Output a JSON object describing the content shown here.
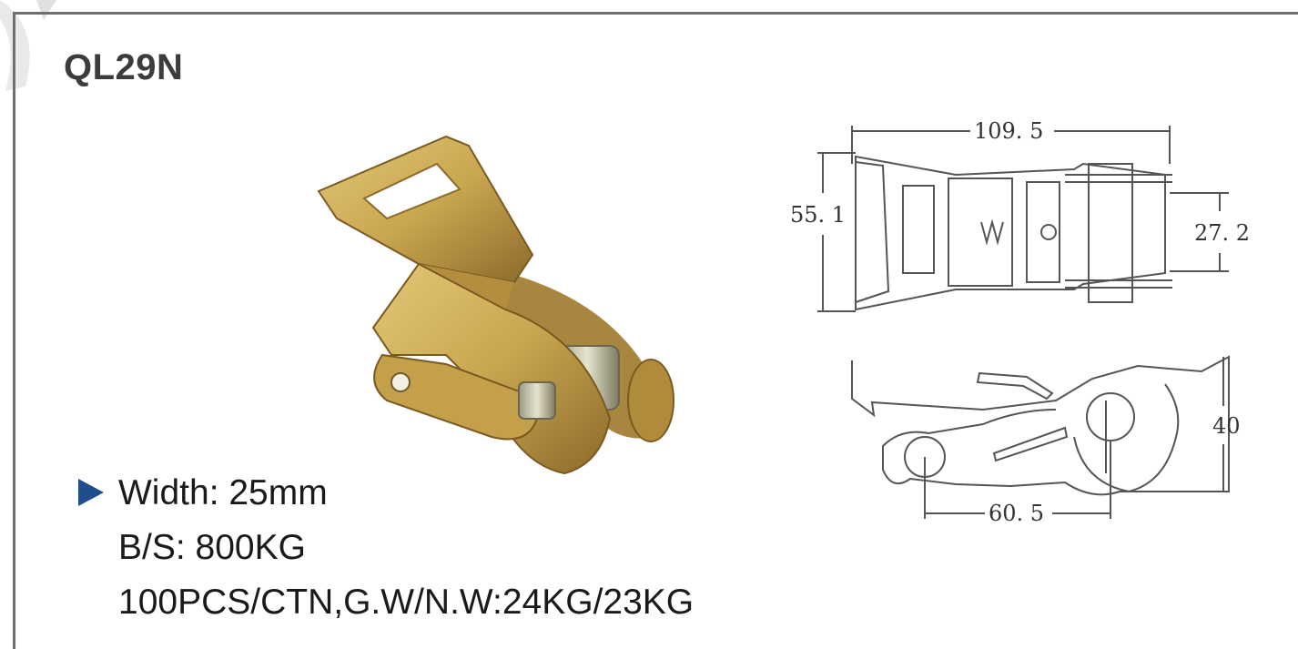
{
  "header": {
    "model": "QL29N"
  },
  "specs": [
    {
      "text": "Width: 25mm",
      "bullet": true
    },
    {
      "text": "B/S: 800KG",
      "bullet": false
    },
    {
      "text": "100PCS/CTN,G.W/N.W:24KG/23KG",
      "bullet": false
    }
  ],
  "drawing": {
    "dimensions": {
      "length": "109. 5",
      "width": "55. 1",
      "inner_width": "27. 2",
      "height": "40",
      "handle_length": "60. 5"
    }
  },
  "colors": {
    "bullet": "#1f4e8c",
    "frame": "#6f6f6f",
    "metal": "#c9a650"
  },
  "icons": {
    "bullet": "triangle-right-icon",
    "product": "ratchet-buckle-photo"
  }
}
